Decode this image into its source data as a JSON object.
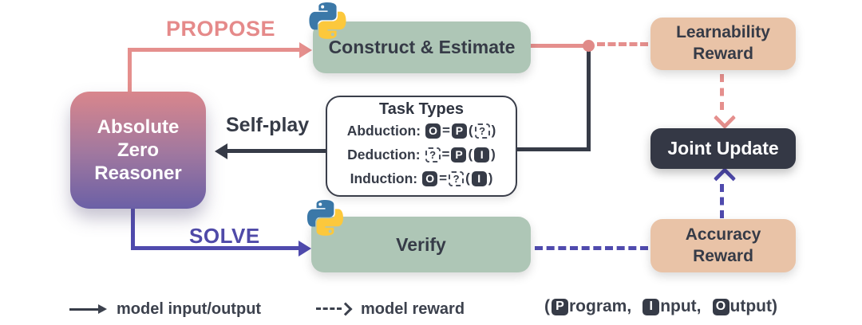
{
  "palette": {
    "pink": "#e58f8d",
    "purple": "#4f4aad",
    "dark": "#363b47",
    "green_box": "#aec6b6",
    "peach_box": "#e9c3a7",
    "reasoner_gradient_top": "#d9868c",
    "reasoner_gradient_bottom": "#6b60a6"
  },
  "reasoner": {
    "line1": "Absolute",
    "line2": "Zero",
    "line3": "Reasoner"
  },
  "arrows": {
    "propose_label": "PROPOSE",
    "solve_label": "SOLVE",
    "self_play_label": "Self-play"
  },
  "boxes": {
    "construct_label": "Construct & Estimate",
    "verify_label": "Verify",
    "learnability_line1": "Learnability",
    "learnability_line2": "Reward",
    "accuracy_line1": "Accuracy",
    "accuracy_line2": "Reward",
    "joint_update_label": "Joint Update"
  },
  "icons": {
    "construct_icon": "python-icon",
    "verify_icon": "python-icon"
  },
  "task_types": {
    "title": "Task Types",
    "rows": [
      {
        "label": "Abduction:",
        "tokens": [
          [
            "solid",
            "O"
          ],
          [
            "text",
            "="
          ],
          [
            "solid",
            "P"
          ],
          [
            "text",
            "("
          ],
          [
            "dashed",
            "?"
          ],
          [
            "text",
            ")"
          ]
        ]
      },
      {
        "label": "Deduction:",
        "tokens": [
          [
            "dashed",
            "?"
          ],
          [
            "text",
            "="
          ],
          [
            "solid",
            "P"
          ],
          [
            "text",
            "("
          ],
          [
            "solid",
            "I"
          ],
          [
            "text",
            ")"
          ]
        ]
      },
      {
        "label": "Induction:",
        "tokens": [
          [
            "solid",
            "O"
          ],
          [
            "text",
            "="
          ],
          [
            "dashed",
            "?"
          ],
          [
            "text",
            "("
          ],
          [
            "solid",
            "I"
          ],
          [
            "text",
            ")"
          ]
        ]
      }
    ]
  },
  "legend": {
    "solid_arrow_label": "model input/output",
    "dashed_arrow_label": "model reward",
    "open_paren": "(",
    "items": [
      {
        "letter": "P",
        "rest": "rogram,"
      },
      {
        "letter": "I",
        "rest": "nput,"
      },
      {
        "letter": "O",
        "rest": "utput"
      }
    ],
    "close_paren": ")"
  }
}
